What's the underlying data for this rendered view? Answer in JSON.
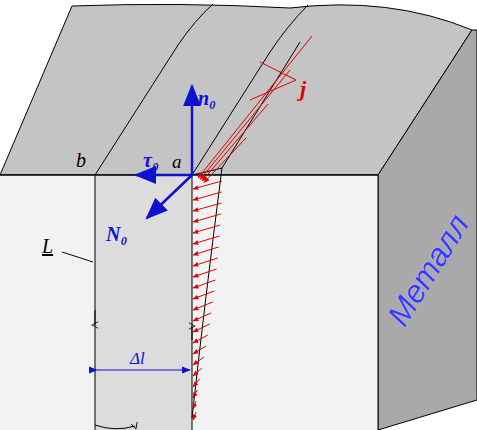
{
  "diagram": {
    "labels": [
      "b",
      "τ₀",
      "a",
      "n₀",
      "N₀",
      "L",
      "Δl",
      "j",
      "Металл"
    ]
  }
}
